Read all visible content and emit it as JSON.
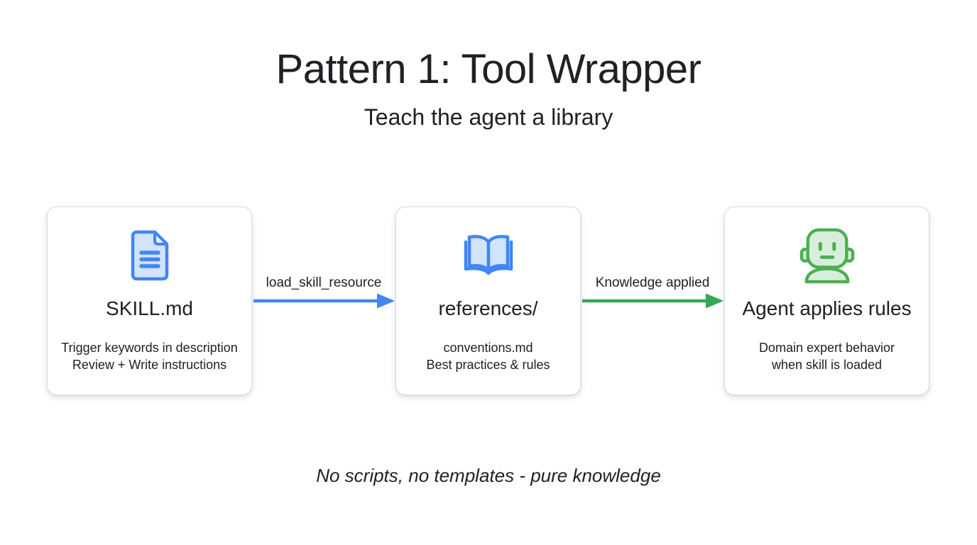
{
  "header": {
    "title": "Pattern 1: Tool Wrapper",
    "subtitle": "Teach the agent a library"
  },
  "boxes": [
    {
      "icon": "document-icon",
      "title": "SKILL.md",
      "desc1": "Trigger keywords in description",
      "desc2": "Review + Write instructions"
    },
    {
      "icon": "open-book-icon",
      "title": "references/",
      "desc1": "conventions.md",
      "desc2": "Best practices & rules"
    },
    {
      "icon": "robot-icon",
      "title": "Agent applies rules",
      "desc1": "Domain expert behavior",
      "desc2": "when skill is loaded"
    }
  ],
  "arrows": [
    {
      "label": "load_skill_resource",
      "color": "#4285f4"
    },
    {
      "label": "Knowledge applied",
      "color": "#34a853"
    }
  ],
  "footer": {
    "note": "No scripts, no templates - pure knowledge"
  },
  "colors": {
    "blue": "#4285f4",
    "blue_fill": "#d2e3fc",
    "blue_fill_light": "#e8f0fe",
    "green": "#34a853",
    "green_icon": "#4caf50",
    "green_fill": "#d7eedd",
    "box_border": "#dadce0",
    "text": "#202124",
    "background": "#ffffff"
  }
}
